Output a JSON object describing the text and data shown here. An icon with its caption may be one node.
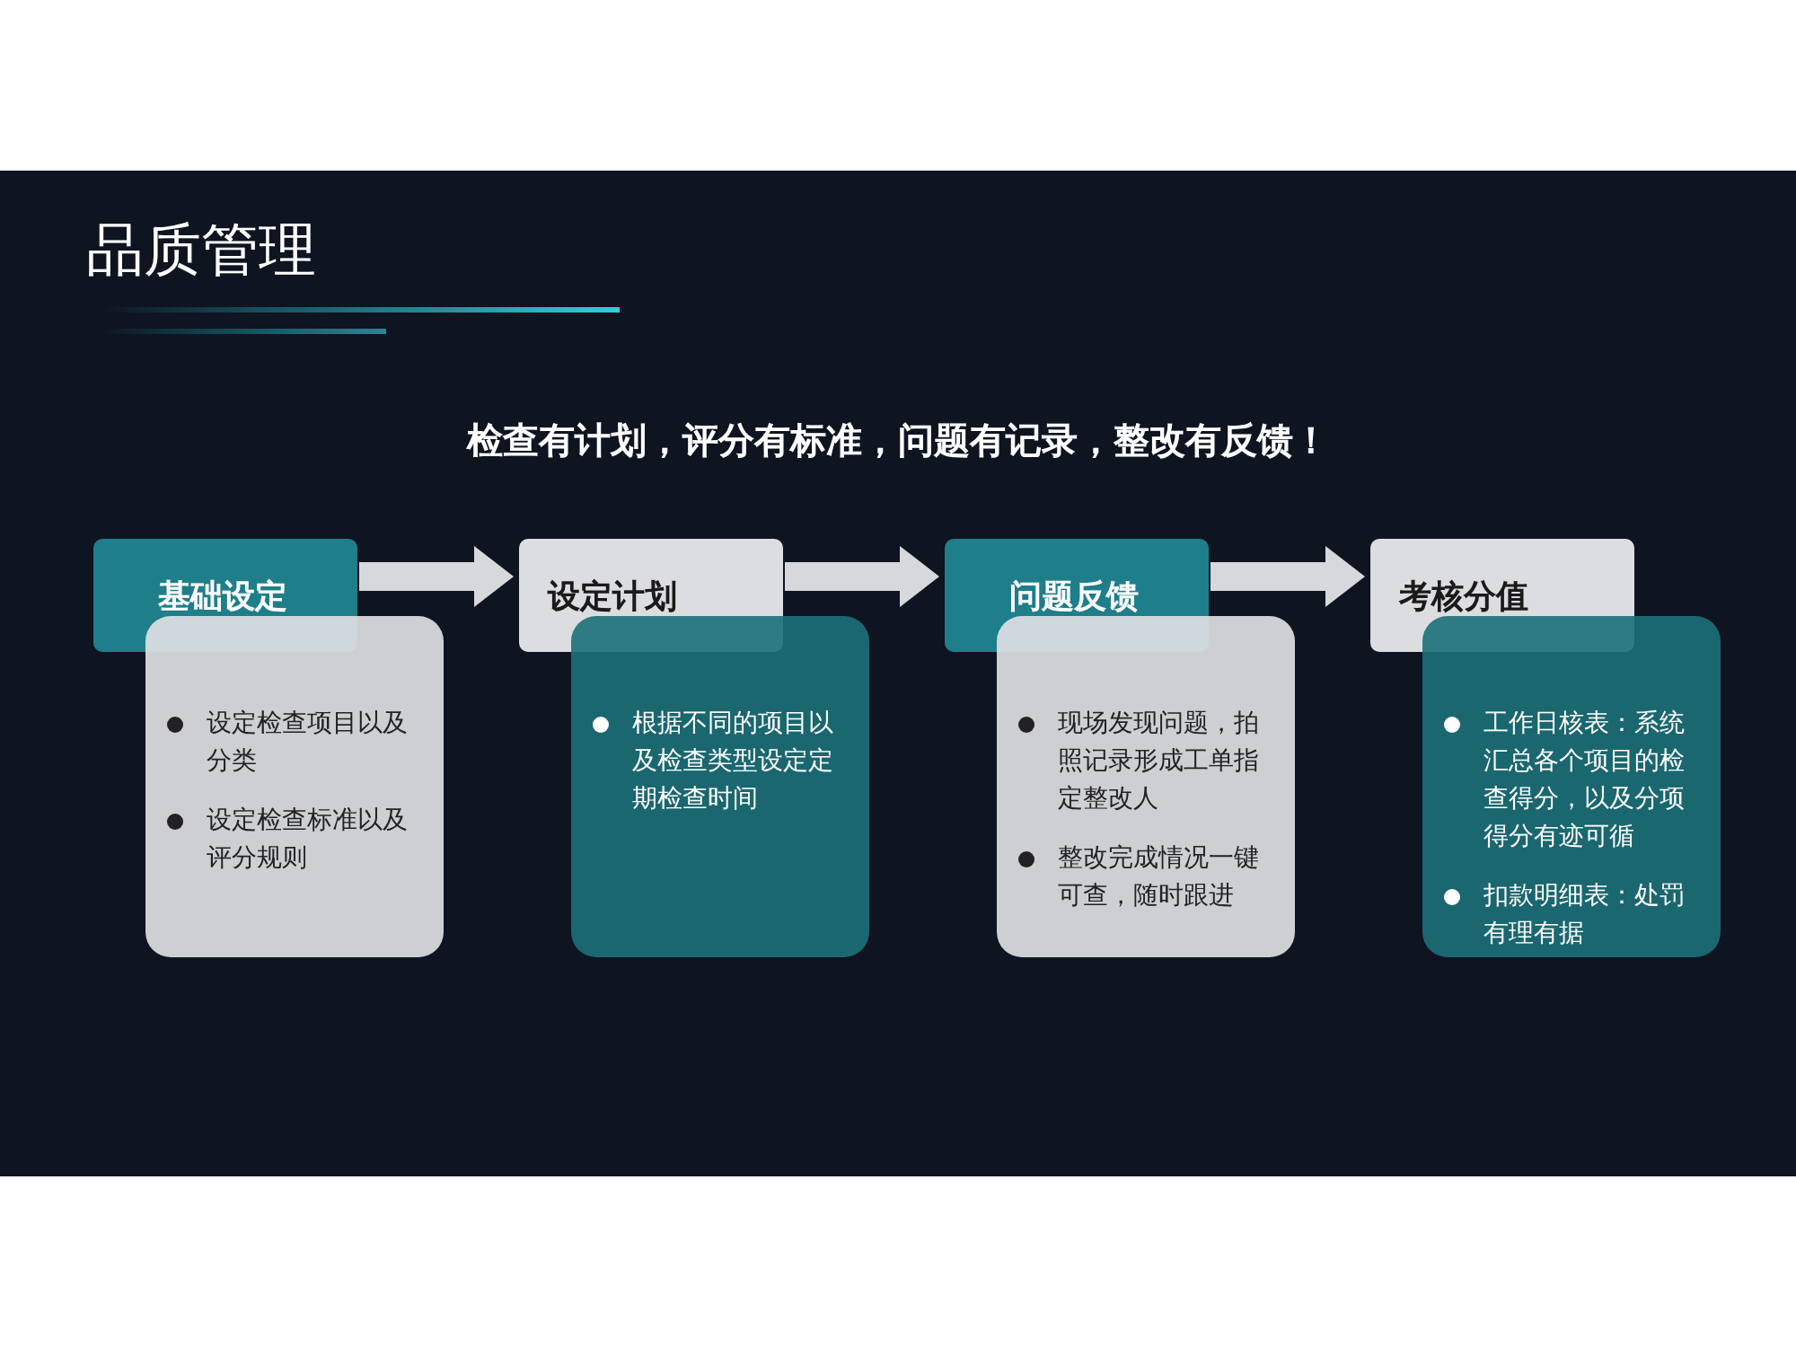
{
  "diagram": {
    "title": "品质管理",
    "nodes": [
      {
        "text": [
          "基础设定"
        ]
      },
      {
        "text": [
          "设定检查项目以及分类",
          "设定检查标准以及评分规则"
        ]
      },
      {
        "text": [
          "设定计划"
        ]
      },
      {
        "text": [
          "根据不同的项目以及检查类型设定定期检查时间"
        ]
      },
      {
        "text": [
          "问题反馈"
        ]
      },
      {
        "text": [
          "现场发现问题，拍照记录形成工单指定整改人",
          "整改完成情况一键可查，随时跟进"
        ]
      },
      {
        "text": [
          "考核分值"
        ]
      },
      {
        "text": [
          "工作日核表：系统汇总各个项目的检查得分，以及分项得分有迹可循",
          "扣款明细表：处罚有理有据"
        ]
      }
    ],
    "edges": [
      {
        "from": 0,
        "to": 2,
        "arrow": "to"
      },
      {
        "from": 2,
        "to": 4,
        "arrow": "to"
      },
      {
        "from": 4,
        "to": 6,
        "arrow": "to"
      }
    ],
    "labels": [
      "检查有计划，评分有标准，问题有记录，整改有反馈！"
    ]
  }
}
